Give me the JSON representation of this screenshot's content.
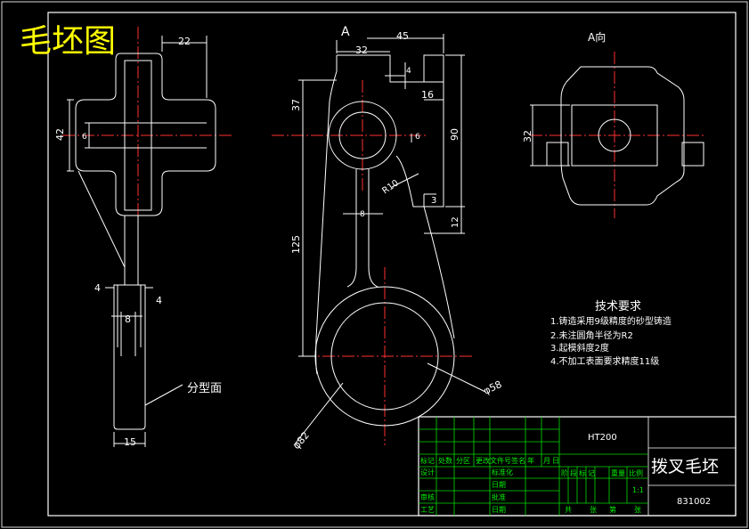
{
  "title": "毛坯图",
  "view_label_a": "A",
  "view_label_a_dir": "A向",
  "dims": {
    "d22": "22",
    "d42": "42",
    "d6_left": "6",
    "d45": "45",
    "d32_top": "32",
    "d4_top": "4",
    "d16": "16",
    "d37": "37",
    "d6_mid": "6",
    "d90": "90",
    "r10": "R10",
    "d8_mid": "8",
    "d3": "3",
    "d12": "12",
    "d125": "125",
    "d4_l": "4",
    "d4_r": "4",
    "d8_bot": "8",
    "d15": "15",
    "phi58": "φ58",
    "phi82": "φ82",
    "d32_right": "32"
  },
  "parting_label": "分型面",
  "requirements": {
    "heading": "技术要求",
    "items": [
      "1.铸造采用9级精度的砂型铸造",
      "2.未注圆角半径为R2",
      "3.起模斜度2度",
      "4.不加工表面要求精度11级"
    ]
  },
  "title_block": {
    "material": "HT200",
    "part_name": "拨叉毛坯",
    "drawing_no": "831002",
    "row_labels": [
      "标记",
      "处数",
      "分区",
      "更改文件号",
      "签名",
      "年",
      "月",
      "日"
    ],
    "design": "设计",
    "standardize": "标准化",
    "check": "审核",
    "process": "工艺",
    "approve": "批准",
    "date": "日期",
    "stage_labels": [
      "阶",
      "段",
      "标",
      "记",
      "重量",
      "比例"
    ],
    "scale": "1:1",
    "sheets": [
      "共",
      "张",
      "第",
      "张"
    ]
  }
}
